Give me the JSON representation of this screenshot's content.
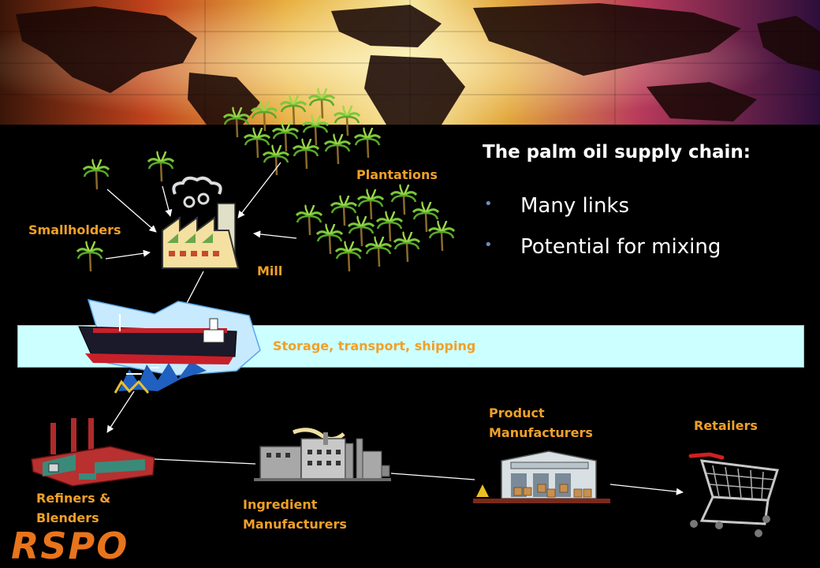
{
  "slide": {
    "title": "The palm oil supply chain:",
    "bullets": [
      "Many links",
      "Potential for mixing"
    ],
    "band_label": "Storage, transport, shipping",
    "logo_text": "RSPO"
  },
  "nodes": {
    "plantations": "Plantations",
    "smallholders": "Smallholders",
    "mill": "Mill",
    "refiners_line1": "Refiners &",
    "refiners_line2": "Blenders",
    "ingredient_line1": "Ingredient",
    "ingredient_line2": "Manufacturers",
    "product_line1": "Product",
    "product_line2": "Manufacturers",
    "retailers": "Retailers"
  },
  "colors": {
    "label": "#f0a028",
    "band": "#ccffff",
    "title": "#ffffff",
    "bullet_dot": "#6a8fc0",
    "logo": "#e8741c"
  },
  "icons": [
    "palm-tree-icon",
    "mill-factory-icon",
    "tanker-ship-icon",
    "refinery-icon",
    "factory-icon",
    "warehouse-icon",
    "shopping-cart-icon"
  ]
}
